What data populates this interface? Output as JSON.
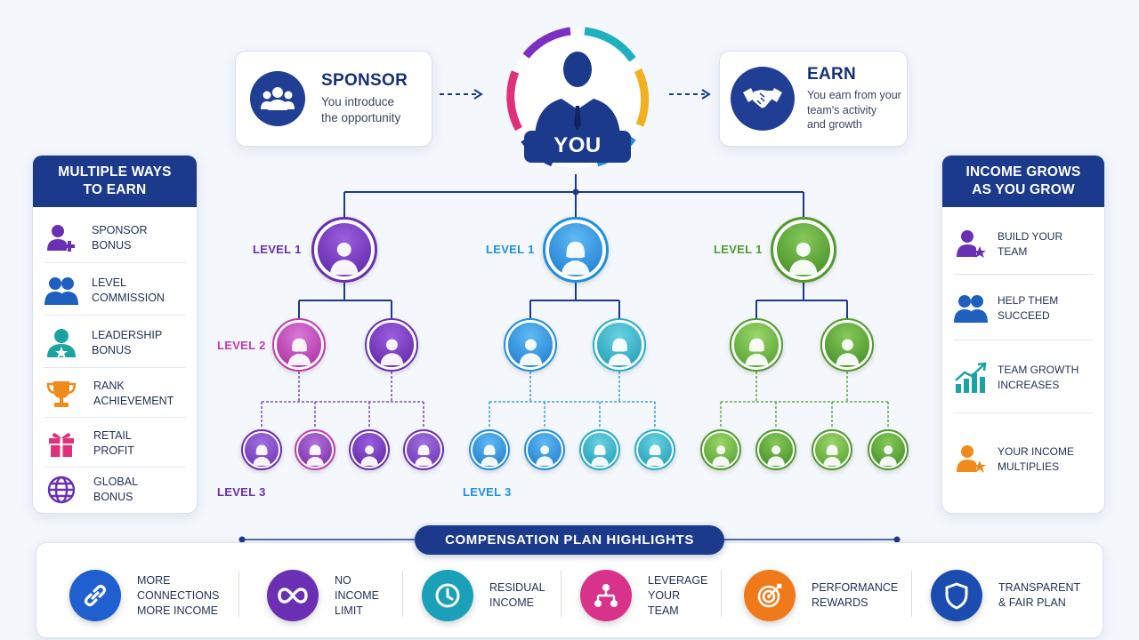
{
  "sponsor": {
    "title": "SPONSOR",
    "desc_line1": "You introduce",
    "desc_line2": "the opportunity",
    "icon": "group-icon"
  },
  "earn": {
    "title": "EARN",
    "desc_line1": "You earn from your",
    "desc_line2": "team's activity",
    "desc_line3": "and growth",
    "icon": "handshake-icon"
  },
  "you": {
    "label": "YOU"
  },
  "ways_panel": {
    "title_line1": "MULTIPLE WAYS",
    "title_line2": "TO EARN",
    "items": [
      {
        "line1": "SPONSOR",
        "line2": "BONUS",
        "icon": "add-user-icon",
        "color": "#6a2fb3"
      },
      {
        "line1": "LEVEL",
        "line2": "COMMISSION",
        "icon": "users-icon",
        "color": "#1f5fbf"
      },
      {
        "line1": "LEADERSHIP",
        "line2": "BONUS",
        "icon": "leader-icon",
        "color": "#1aa3a3"
      },
      {
        "line1": "RANK",
        "line2": "ACHIEVEMENT",
        "icon": "trophy-icon",
        "color": "#f08a1a"
      },
      {
        "line1": "RETAIL",
        "line2": "PROFIT",
        "icon": "gift-icon",
        "color": "#e0307a"
      },
      {
        "line1": "GLOBAL",
        "line2": "BONUS",
        "icon": "globe-icon",
        "color": "#6a2fb3"
      }
    ]
  },
  "grow_panel": {
    "title_line1": "INCOME GROWS",
    "title_line2": "AS YOU GROW",
    "items": [
      {
        "line1": "BUILD YOUR TEAM",
        "line2": "",
        "icon": "team-star-icon"
      },
      {
        "line1": "HELP THEM SUCCEED",
        "line2": "",
        "icon": "users-icon"
      },
      {
        "line1": "TEAM GROWTH",
        "line2": "INCREASES",
        "icon": "growth-chart-icon"
      },
      {
        "line1": "YOUR INCOME",
        "line2": "MULTIPLIES",
        "icon": "user-star-icon"
      }
    ]
  },
  "levels": {
    "l1_purple": "LEVEL 1",
    "l1_blue": "LEVEL 1",
    "l1_green": "LEVEL 1",
    "l2": "LEVEL 2",
    "l3_purple": "LEVEL 3",
    "l3_blue": "LEVEL 3"
  },
  "colors": {
    "purple": "#6a2fb3",
    "magenta": "#c23bb0",
    "blue": "#1f8fe0",
    "teal": "#22b0c8",
    "green": "#4f9b2c",
    "navy": "#1b3a8c"
  },
  "highlights": {
    "title": "COMPENSATION PLAN HIGHLIGHTS",
    "items": [
      {
        "line1": "MORE",
        "line2": "CONNECTIONS",
        "line3": "MORE INCOME",
        "icon": "link-icon",
        "color": "#1f5fcf"
      },
      {
        "line1": "NO",
        "line2": "INCOME",
        "line3": "LIMIT",
        "icon": "infinity-icon",
        "color": "#6a2fb3"
      },
      {
        "line1": "RESIDUAL",
        "line2": "INCOME",
        "line3": "",
        "icon": "clock-icon",
        "color": "#1aa0b8"
      },
      {
        "line1": "LEVERAGE",
        "line2": "YOUR",
        "line3": "TEAM",
        "icon": "network-icon",
        "color": "#d9328a"
      },
      {
        "line1": "PERFORMANCE",
        "line2": "REWARDS",
        "line3": "",
        "icon": "target-icon",
        "color": "#f07a1a"
      },
      {
        "line1": "TRANSPARENT",
        "line2": "& FAIR PLAN",
        "line3": "",
        "icon": "shield-icon",
        "color": "#1b4cb0"
      }
    ]
  }
}
